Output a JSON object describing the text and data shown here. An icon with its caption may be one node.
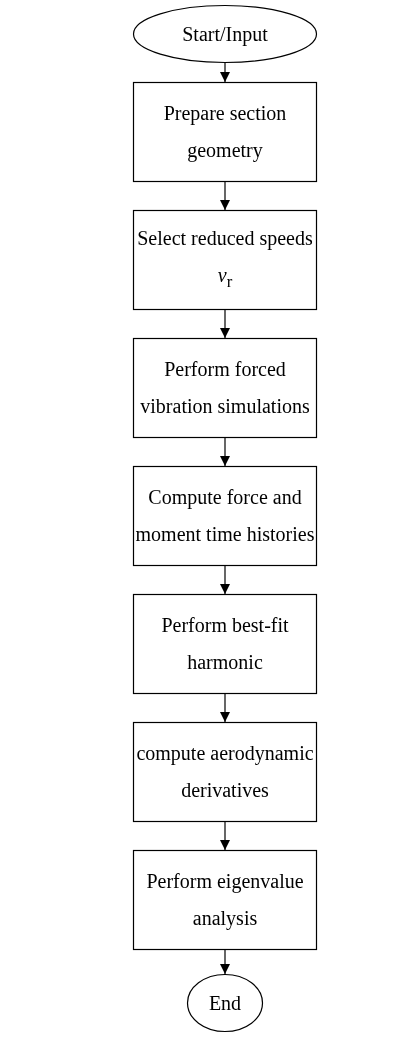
{
  "diagram": {
    "nodes": [
      {
        "text": [
          "Start/Input"
        ]
      },
      {
        "text": [
          "Prepare section geometry"
        ]
      },
      {
        "text": [
          "Select reduced speeds *v*$_{r}$"
        ]
      },
      {
        "text": [
          "Perform forced vibration simulations"
        ]
      },
      {
        "text": [
          "Compute force and moment time histories"
        ]
      },
      {
        "text": [
          "Perform best-fit harmonic"
        ]
      },
      {
        "text": [
          "compute aerodynamic derivatives"
        ]
      },
      {
        "text": [
          "Perform eigenvalue analysis"
        ]
      },
      {
        "text": [
          "End"
        ]
      }
    ],
    "edges": [
      {
        "from": 0,
        "to": 1,
        "arrow": "to"
      },
      {
        "from": 1,
        "to": 2,
        "arrow": "to"
      },
      {
        "from": 2,
        "to": 3,
        "arrow": "to"
      },
      {
        "from": 3,
        "to": 4,
        "arrow": "to"
      },
      {
        "from": 4,
        "to": 5,
        "arrow": "to"
      },
      {
        "from": 5,
        "to": 6,
        "arrow": "to"
      },
      {
        "from": 6,
        "to": 7,
        "arrow": "to"
      },
      {
        "from": 7,
        "to": 8,
        "arrow": "to"
      }
    ]
  }
}
